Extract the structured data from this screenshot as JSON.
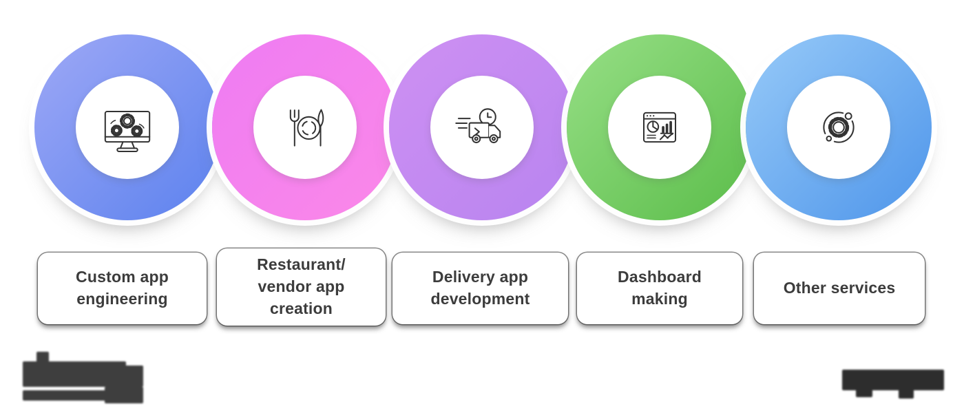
{
  "page": {
    "background": "#ffffff"
  },
  "services": [
    {
      "label": "Custom app\nengineering",
      "icon": "monitor-gears-icon",
      "ring_gradient": [
        "#9EA8F6",
        "#5C82EE"
      ]
    },
    {
      "label": "Restaurant/\nvendor app\ncreation",
      "icon": "fork-plate-knife-icon",
      "ring_gradient": [
        "#EE7CF3",
        "#FB88E8"
      ]
    },
    {
      "label": "Delivery app\ndevelopment",
      "icon": "delivery-truck-icon",
      "ring_gradient": [
        "#CE90F3",
        "#B884EF"
      ]
    },
    {
      "label": "Dashboard\nmaking",
      "icon": "dashboard-analytics-icon",
      "ring_gradient": [
        "#97DF86",
        "#5BBD4A"
      ]
    },
    {
      "label": "Other services",
      "icon": "gear-orbit-icon",
      "ring_gradient": [
        "#97CAF8",
        "#4E95EA"
      ]
    }
  ],
  "style": {
    "icon_stroke": "#333333",
    "label_text_color": "#3c3c3c",
    "card_background": "#ffffff"
  },
  "footer": {
    "left_mark": "blurred-logo",
    "left_mark_color": "#3e3e3e",
    "right_mark": "blurred-wordmark",
    "right_mark_color": "#2d2d2d"
  }
}
